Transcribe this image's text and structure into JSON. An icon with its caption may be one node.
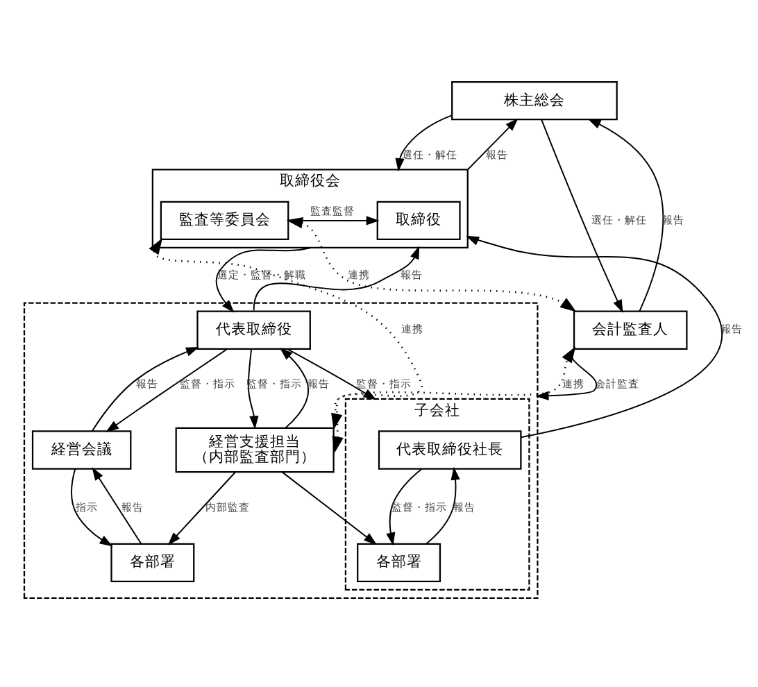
{
  "diagram": {
    "nodes": [
      {
        "text": [
          "株主総会"
        ]
      },
      {
        "text": [
          "取締役会"
        ]
      },
      {
        "text": [
          "取締役"
        ],
        "in": 1
      },
      {
        "text": [
          "監査等委員会"
        ],
        "in": 1
      },
      {
        "text": [],
        "shape": "box"
      },
      {
        "text": [
          "代表取締役"
        ],
        "in": 4
      },
      {
        "text": [
          "経営会議"
        ],
        "in": 4
      },
      {
        "text": [
          "各部署"
        ],
        "in": 4
      },
      {
        "text": [
          "経営支援担当",
          "（内部監査部門）"
        ],
        "in": 4
      },
      {
        "text": [
          "子会社"
        ],
        "in": 4
      },
      {
        "text": [
          "代表取締役社長"
        ],
        "in": 9
      },
      {
        "text": [
          "各部署"
        ],
        "in": 9
      },
      {
        "text": [
          "会計監査人"
        ]
      }
    ],
    "edges": [
      {
        "from": 0,
        "to": 1,
        "arrow": "to",
        "label": "選任・解任"
      },
      {
        "from": 1,
        "to": 0,
        "arrow": "to",
        "label": "報告"
      },
      {
        "from": 0,
        "to": 12,
        "arrow": "to",
        "label": "選任・解任"
      },
      {
        "from": 12,
        "to": 0,
        "arrow": "to",
        "label": "報告"
      },
      {
        "from": 3,
        "to": 2,
        "arrow": "to",
        "label": "監査監督"
      },
      {
        "from": 3,
        "to": 8,
        "arrow": "both",
        "label": "連携",
        "style": "dashed"
      },
      {
        "from": 3,
        "to": 12,
        "arrow": "both",
        "label": "連携",
        "style": "dashed"
      },
      {
        "from": 8,
        "to": 12,
        "arrow": "both",
        "label": "連携",
        "style": "dashed"
      },
      {
        "from": 1,
        "to": 5,
        "arrow": "to",
        "label": "選定・監督・解職"
      },
      {
        "from": 5,
        "to": 1,
        "arrow": "to",
        "label": "報告"
      },
      {
        "from": 5,
        "to": 6,
        "arrow": "to",
        "label": "監督・指示"
      },
      {
        "from": 6,
        "to": 5,
        "arrow": "to",
        "label": "報告"
      },
      {
        "from": 6,
        "to": 7,
        "arrow": "to",
        "label": "指示"
      },
      {
        "from": 7,
        "to": 6,
        "arrow": "to",
        "label": "報告"
      },
      {
        "from": 5,
        "to": 8,
        "arrow": "to",
        "label": "監督・指示"
      },
      {
        "from": 8,
        "to": 5,
        "arrow": "to",
        "label": "報告"
      },
      {
        "from": 8,
        "to": 7,
        "arrow": "to",
        "label": "内部監査"
      },
      {
        "from": 8,
        "to": 11,
        "arrow": "to"
      },
      {
        "from": 12,
        "to": 4,
        "arrow": "to",
        "label": "会計監査"
      },
      {
        "from": 5,
        "to": 9,
        "arrow": "to",
        "label": "監督・指示"
      },
      {
        "from": 10,
        "to": 1,
        "arrow": "to",
        "label": "報告"
      },
      {
        "from": 10,
        "to": 11,
        "arrow": "to",
        "label": "監督・指示"
      },
      {
        "from": 11,
        "to": 10,
        "arrow": "to",
        "label": "報告"
      }
    ]
  }
}
